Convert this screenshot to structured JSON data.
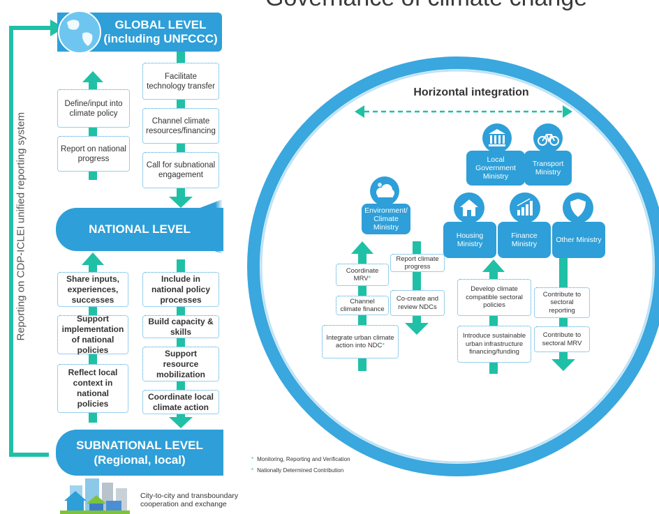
{
  "title_partial": "Governance of climate change",
  "global_level": {
    "line1": "GLOBAL LEVEL",
    "line2": "(including UNFCCC)"
  },
  "national_level": "NATIONAL LEVEL",
  "subnational_level": {
    "line1": "SUBNATIONAL LEVEL",
    "line2": "(Regional, local)"
  },
  "vertical_label": "Reporting on CDP-ICLEI unified reporting system",
  "upper_left": [
    "Define/input into climate policy",
    "Report on national progress"
  ],
  "upper_right": [
    "Facilitate technology transfer",
    "Channel climate resources/financing",
    "Call for subnational engagement"
  ],
  "lower_left": [
    "Share inputs, experiences, successes",
    "Support implementation of national policies",
    "Reflect local context in national policies"
  ],
  "lower_right": [
    "Include in national policy processes",
    "Build capacity & skills",
    "Support resource mobilization",
    "Coordinate local climate action"
  ],
  "horizontal_integration": "Horizontal integration",
  "ministries": {
    "environment": "Environment/ Climate Ministry",
    "local_gov": "Local Government Ministry",
    "transport": "Transport Ministry",
    "housing": "Housing Ministry",
    "finance": "Finance Ministry",
    "other": "Other Ministry"
  },
  "env_left": [
    "Coordinate MRV",
    "Channel climate finance",
    "Integrate urban climate action into NDC"
  ],
  "env_right": [
    "Report climate progress",
    "Co-create and review NDCs"
  ],
  "mid_boxes": [
    "Develop climate compatible sectoral policies",
    "Introduce sustainable urban infrastructure financing/funding"
  ],
  "right_boxes": [
    "Contribute to sectoral reporting",
    "Contribute to sectoral MRV"
  ],
  "asterisk": "*",
  "footnotes": [
    "Monitoring, Reporting and Verification",
    "Nationally Determined Contribution"
  ],
  "city_caption": "City-to-city and transboundary cooperation and exchange",
  "colors": {
    "blue": "#2e9fd8",
    "teal": "#1fc0a6",
    "ring": "#3aa7de"
  },
  "icons": [
    "globe-icon",
    "cloud-icon",
    "government-building-icon",
    "bicycle-icon",
    "house-icon",
    "bar-chart-icon",
    "shield-icon",
    "city-buildings-icon"
  ]
}
